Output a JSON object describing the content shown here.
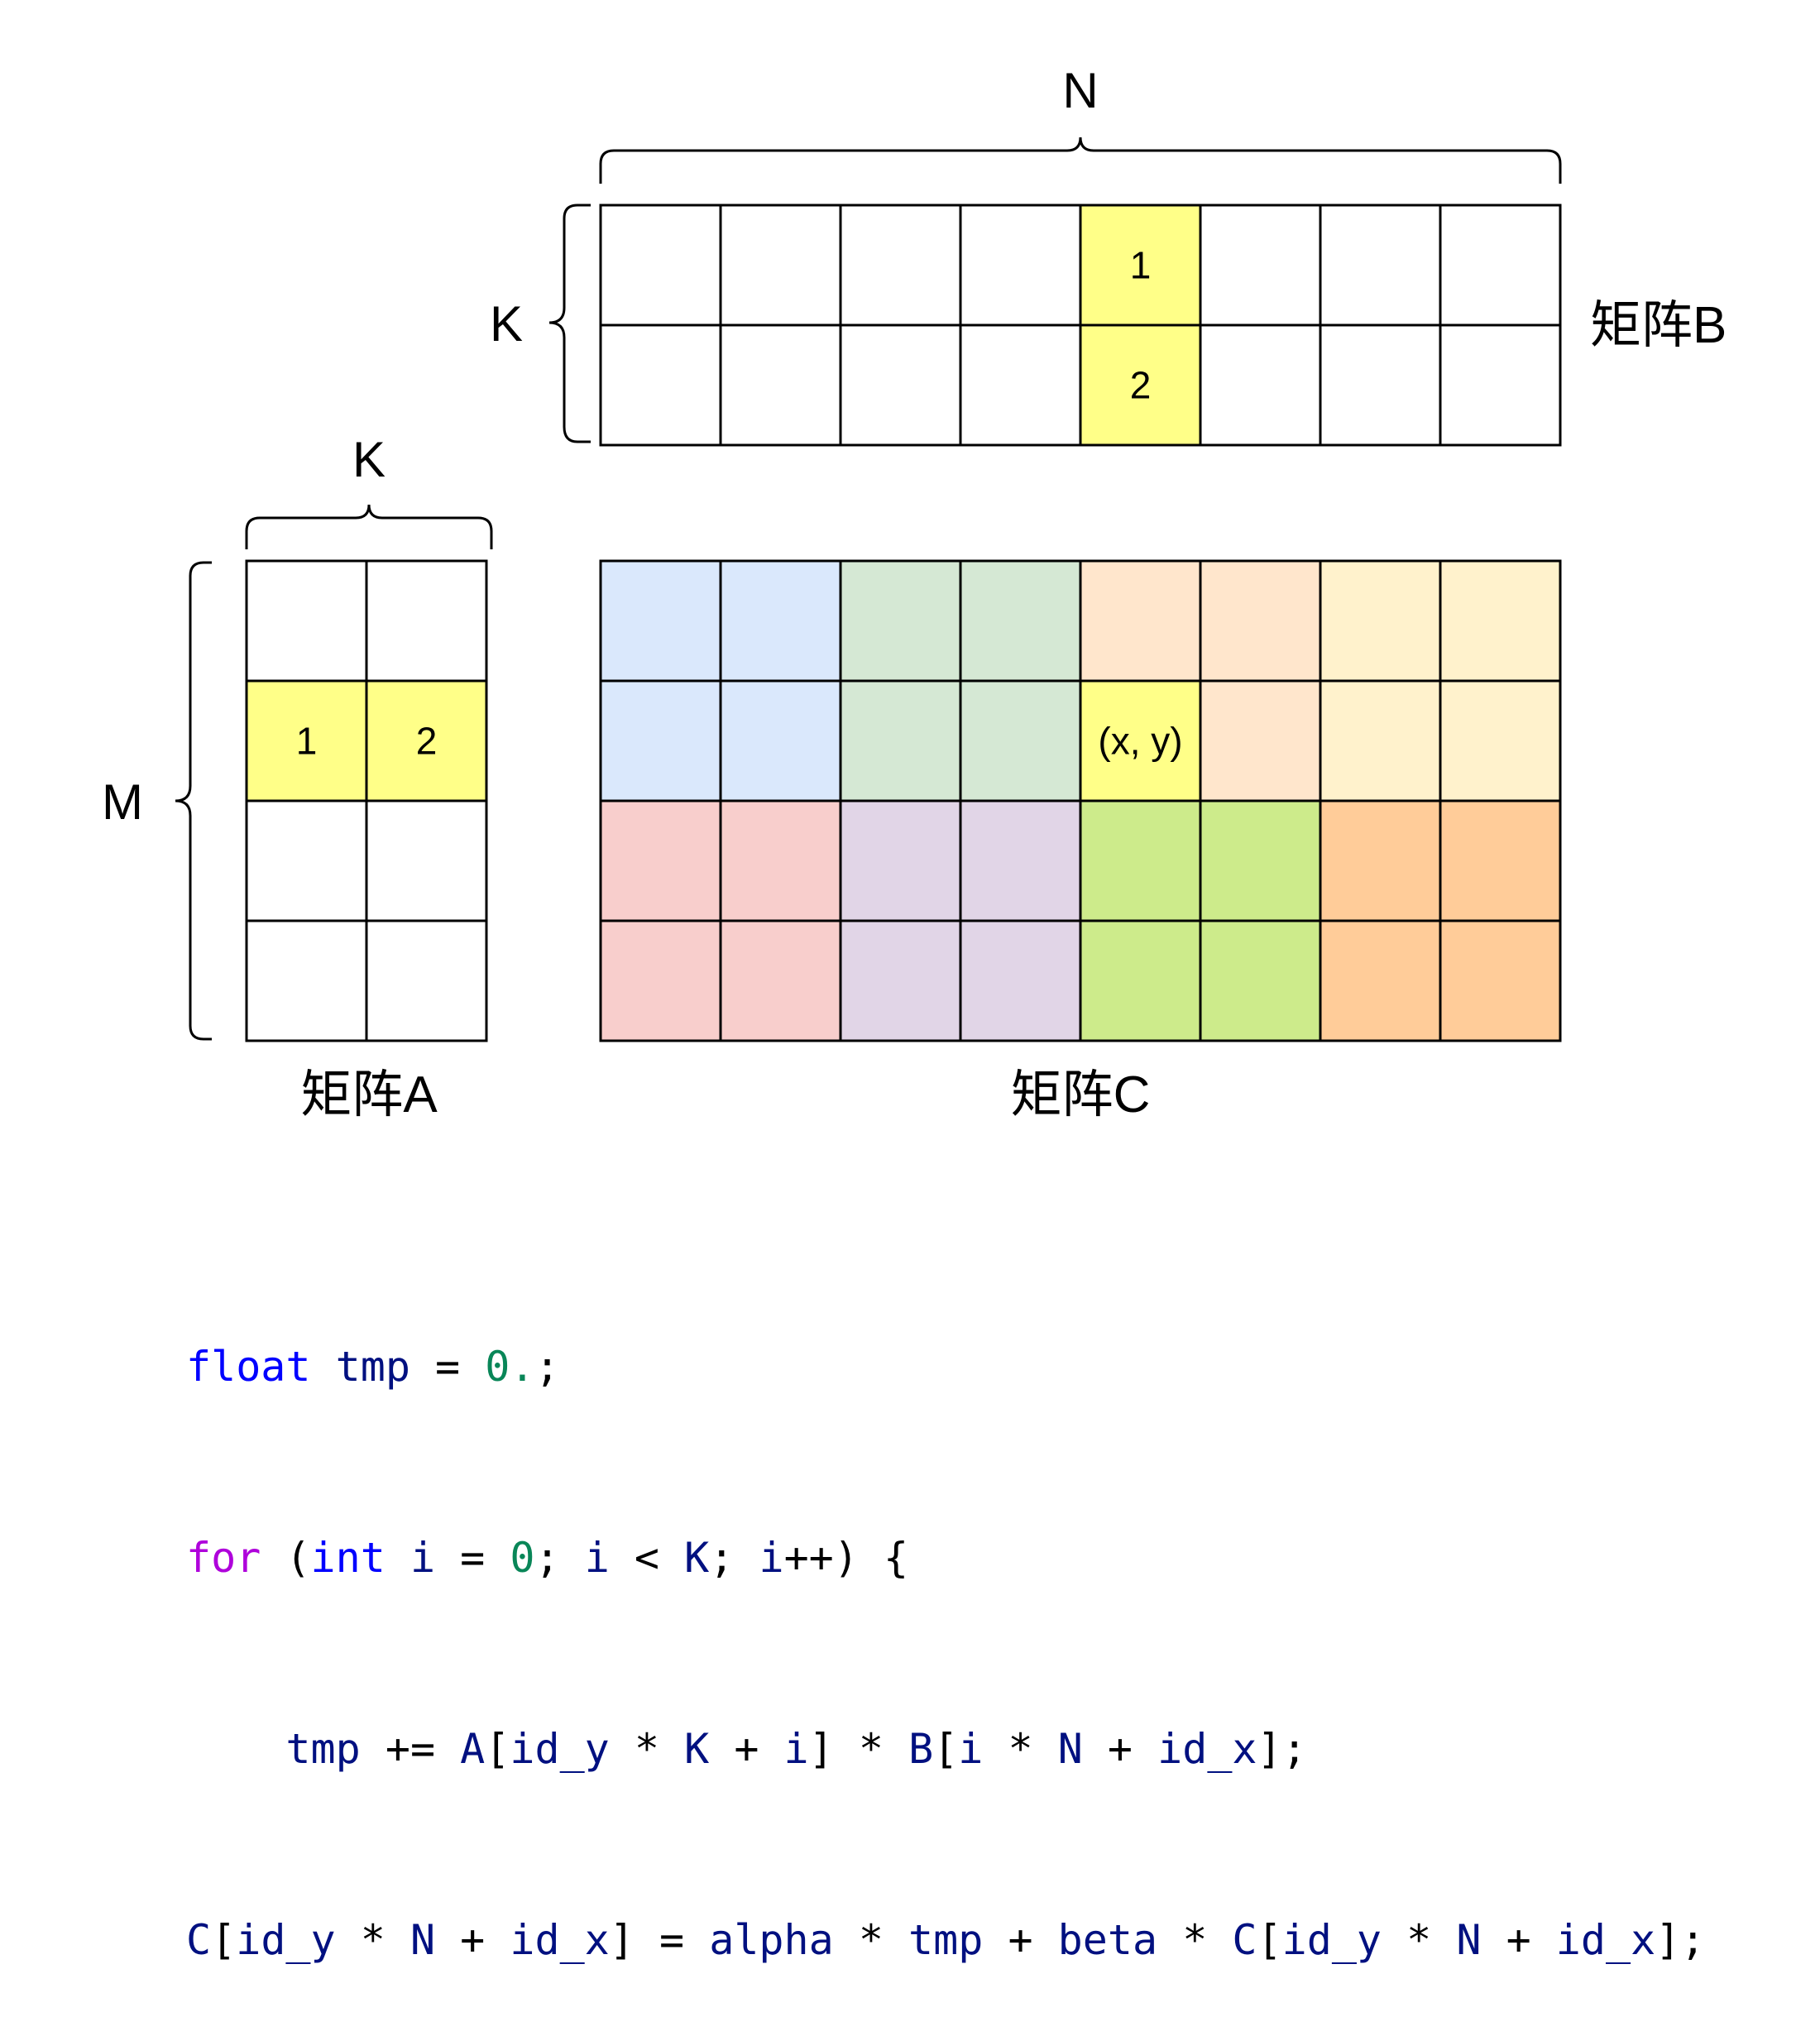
{
  "labels": {
    "matrix_a": "矩阵A",
    "matrix_b": "矩阵B",
    "matrix_c": "矩阵C",
    "n": "N",
    "k_top": "K",
    "k_left": "K",
    "m": "M"
  },
  "matrix_a_cells": {
    "c1": "1",
    "c2": "2"
  },
  "matrix_b_cells": {
    "c1": "1",
    "c2": "2"
  },
  "matrix_c_cell": "(x, y)",
  "colors": {
    "highlight": "#FFFF88",
    "blue": "#DAE8FC",
    "green": "#D5E8D4",
    "peach": "#FFE6CC",
    "cream": "#FFF2CC",
    "red": "#F8CECC",
    "purple": "#E1D5E7",
    "lime": "#CDEB8B",
    "orange": "#FFCC99"
  },
  "code": {
    "line1": [
      {
        "t": "float",
        "c": "kw"
      },
      {
        "t": " ",
        "c": "pl"
      },
      {
        "t": "tmp",
        "c": "id"
      },
      {
        "t": " = ",
        "c": "pl"
      },
      {
        "t": "0.",
        "c": "num"
      },
      {
        "t": ";",
        "c": "pl"
      }
    ],
    "line2": [
      {
        "t": "for",
        "c": "kw-ctl"
      },
      {
        "t": " (",
        "c": "pl"
      },
      {
        "t": "int",
        "c": "kw"
      },
      {
        "t": " ",
        "c": "pl"
      },
      {
        "t": "i",
        "c": "id"
      },
      {
        "t": " = ",
        "c": "pl"
      },
      {
        "t": "0",
        "c": "num"
      },
      {
        "t": "; ",
        "c": "pl"
      },
      {
        "t": "i",
        "c": "id"
      },
      {
        "t": " < ",
        "c": "pl"
      },
      {
        "t": "K",
        "c": "id"
      },
      {
        "t": "; ",
        "c": "pl"
      },
      {
        "t": "i",
        "c": "id"
      },
      {
        "t": "++) {",
        "c": "pl"
      }
    ],
    "line3": [
      {
        "t": "    ",
        "c": "pl"
      },
      {
        "t": "tmp",
        "c": "id"
      },
      {
        "t": " += ",
        "c": "pl"
      },
      {
        "t": "A",
        "c": "id"
      },
      {
        "t": "[",
        "c": "pl"
      },
      {
        "t": "id_y",
        "c": "id"
      },
      {
        "t": " * ",
        "c": "pl"
      },
      {
        "t": "K",
        "c": "id"
      },
      {
        "t": " + ",
        "c": "pl"
      },
      {
        "t": "i",
        "c": "id"
      },
      {
        "t": "] * ",
        "c": "pl"
      },
      {
        "t": "B",
        "c": "id"
      },
      {
        "t": "[",
        "c": "pl"
      },
      {
        "t": "i",
        "c": "id"
      },
      {
        "t": " * ",
        "c": "pl"
      },
      {
        "t": "N",
        "c": "id"
      },
      {
        "t": " + ",
        "c": "pl"
      },
      {
        "t": "id_x",
        "c": "id"
      },
      {
        "t": "];",
        "c": "pl"
      }
    ],
    "line4": [
      {
        "t": "C",
        "c": "id"
      },
      {
        "t": "[",
        "c": "pl"
      },
      {
        "t": "id_y",
        "c": "id"
      },
      {
        "t": " * ",
        "c": "pl"
      },
      {
        "t": "N",
        "c": "id"
      },
      {
        "t": " + ",
        "c": "pl"
      },
      {
        "t": "id_x",
        "c": "id"
      },
      {
        "t": "] = ",
        "c": "pl"
      },
      {
        "t": "alpha",
        "c": "id"
      },
      {
        "t": " * ",
        "c": "pl"
      },
      {
        "t": "tmp",
        "c": "id"
      },
      {
        "t": " + ",
        "c": "pl"
      },
      {
        "t": "beta",
        "c": "id"
      },
      {
        "t": " * ",
        "c": "pl"
      },
      {
        "t": "C",
        "c": "id"
      },
      {
        "t": "[",
        "c": "pl"
      },
      {
        "t": "id_y",
        "c": "id"
      },
      {
        "t": " * ",
        "c": "pl"
      },
      {
        "t": "N",
        "c": "id"
      },
      {
        "t": " + ",
        "c": "pl"
      },
      {
        "t": "id_x",
        "c": "id"
      },
      {
        "t": "];",
        "c": "pl"
      }
    ]
  }
}
